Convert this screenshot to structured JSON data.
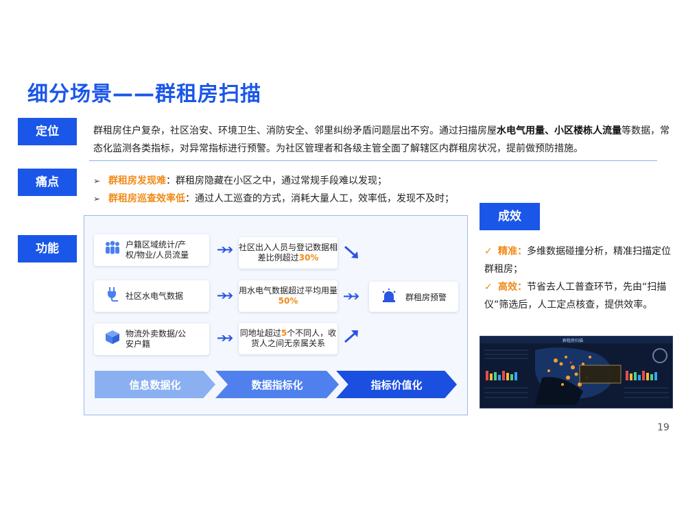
{
  "title": "细分场景——群租房扫描",
  "sections": {
    "dingwei": {
      "label": "定位",
      "text_part1": "群租房住户复杂，社区治安、环境卫生、消防安全、邻里纠纷矛盾问题层出不穷。通过扫描房屋",
      "bold1": "水电气用量",
      "sep": "、",
      "bold2": "小区楼栋人流量",
      "text_part2": "等数据，常态化监测各类指标，对异常指标进行预警。为社区管理者和各级主管全面了解辖区内群租房状况，提前做预防措施。"
    },
    "tongdian": {
      "label": "痛点",
      "items": [
        {
          "highlight": "群租房发现难",
          "text": "：群租房隐藏在小区之中，通过常规手段难以发现；"
        },
        {
          "highlight": "群租房巡查效率低",
          "text": "：通过人工巡查的方式，消耗大量人工，效率低，发现不及时；"
        }
      ]
    },
    "gongneng": {
      "label": "功能",
      "sources": [
        {
          "icon": "people-icon",
          "text": "户籍区域统计/产权/物业/人员流量"
        },
        {
          "icon": "plug-icon",
          "text": "社区水电气数据"
        },
        {
          "icon": "box-icon",
          "text": "物流外卖数据/公安户籍"
        }
      ],
      "metrics": [
        {
          "text": "社区出入人员与登记数据相差比例超过",
          "value": "30%",
          "suffix": ""
        },
        {
          "text": "用水电气数据超过平均用量",
          "value": "50%",
          "suffix": ""
        },
        {
          "text": "同地址超过",
          "value": "5",
          "suffix": "个不同人，收货人之间无亲属关系"
        }
      ],
      "output": {
        "icon": "alarm-icon",
        "text": "群租房预警"
      },
      "stages": [
        "信息数据化",
        "数据指标化",
        "指标价值化"
      ]
    },
    "chengxiao": {
      "label": "成效",
      "items": [
        {
          "highlight": "精准：",
          "text": "多维数据碰撞分析，精准扫描定位群租房；"
        },
        {
          "highlight": "高效：",
          "text": "节省去人工普查环节，先由“扫描仪”筛选后，人工定点核查，提供效率。"
        }
      ],
      "screenshot_title": "群租房扫描"
    }
  },
  "page_number": "19",
  "colors": {
    "brand_blue": "#1a56e8",
    "highlight_orange": "#f08a18"
  }
}
